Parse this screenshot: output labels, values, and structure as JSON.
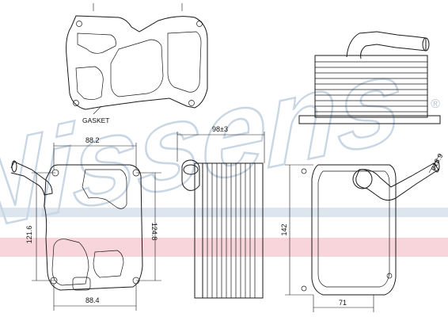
{
  "watermark": {
    "brand": "Nissens",
    "registered_mark": "®",
    "brand_color": "#c9d6e4",
    "stripe_color": "#f2c9cf"
  },
  "labels": {
    "gasket": "GASKET"
  },
  "dimensions": {
    "front_top_width": "88.2",
    "front_bottom_width": "88.4",
    "front_left_height": "121.6",
    "front_right_height": "124.8",
    "side_length": "98±3",
    "rear_height": "142",
    "rear_bottom_width": "71",
    "pipe_diameter": "ø18.9"
  }
}
